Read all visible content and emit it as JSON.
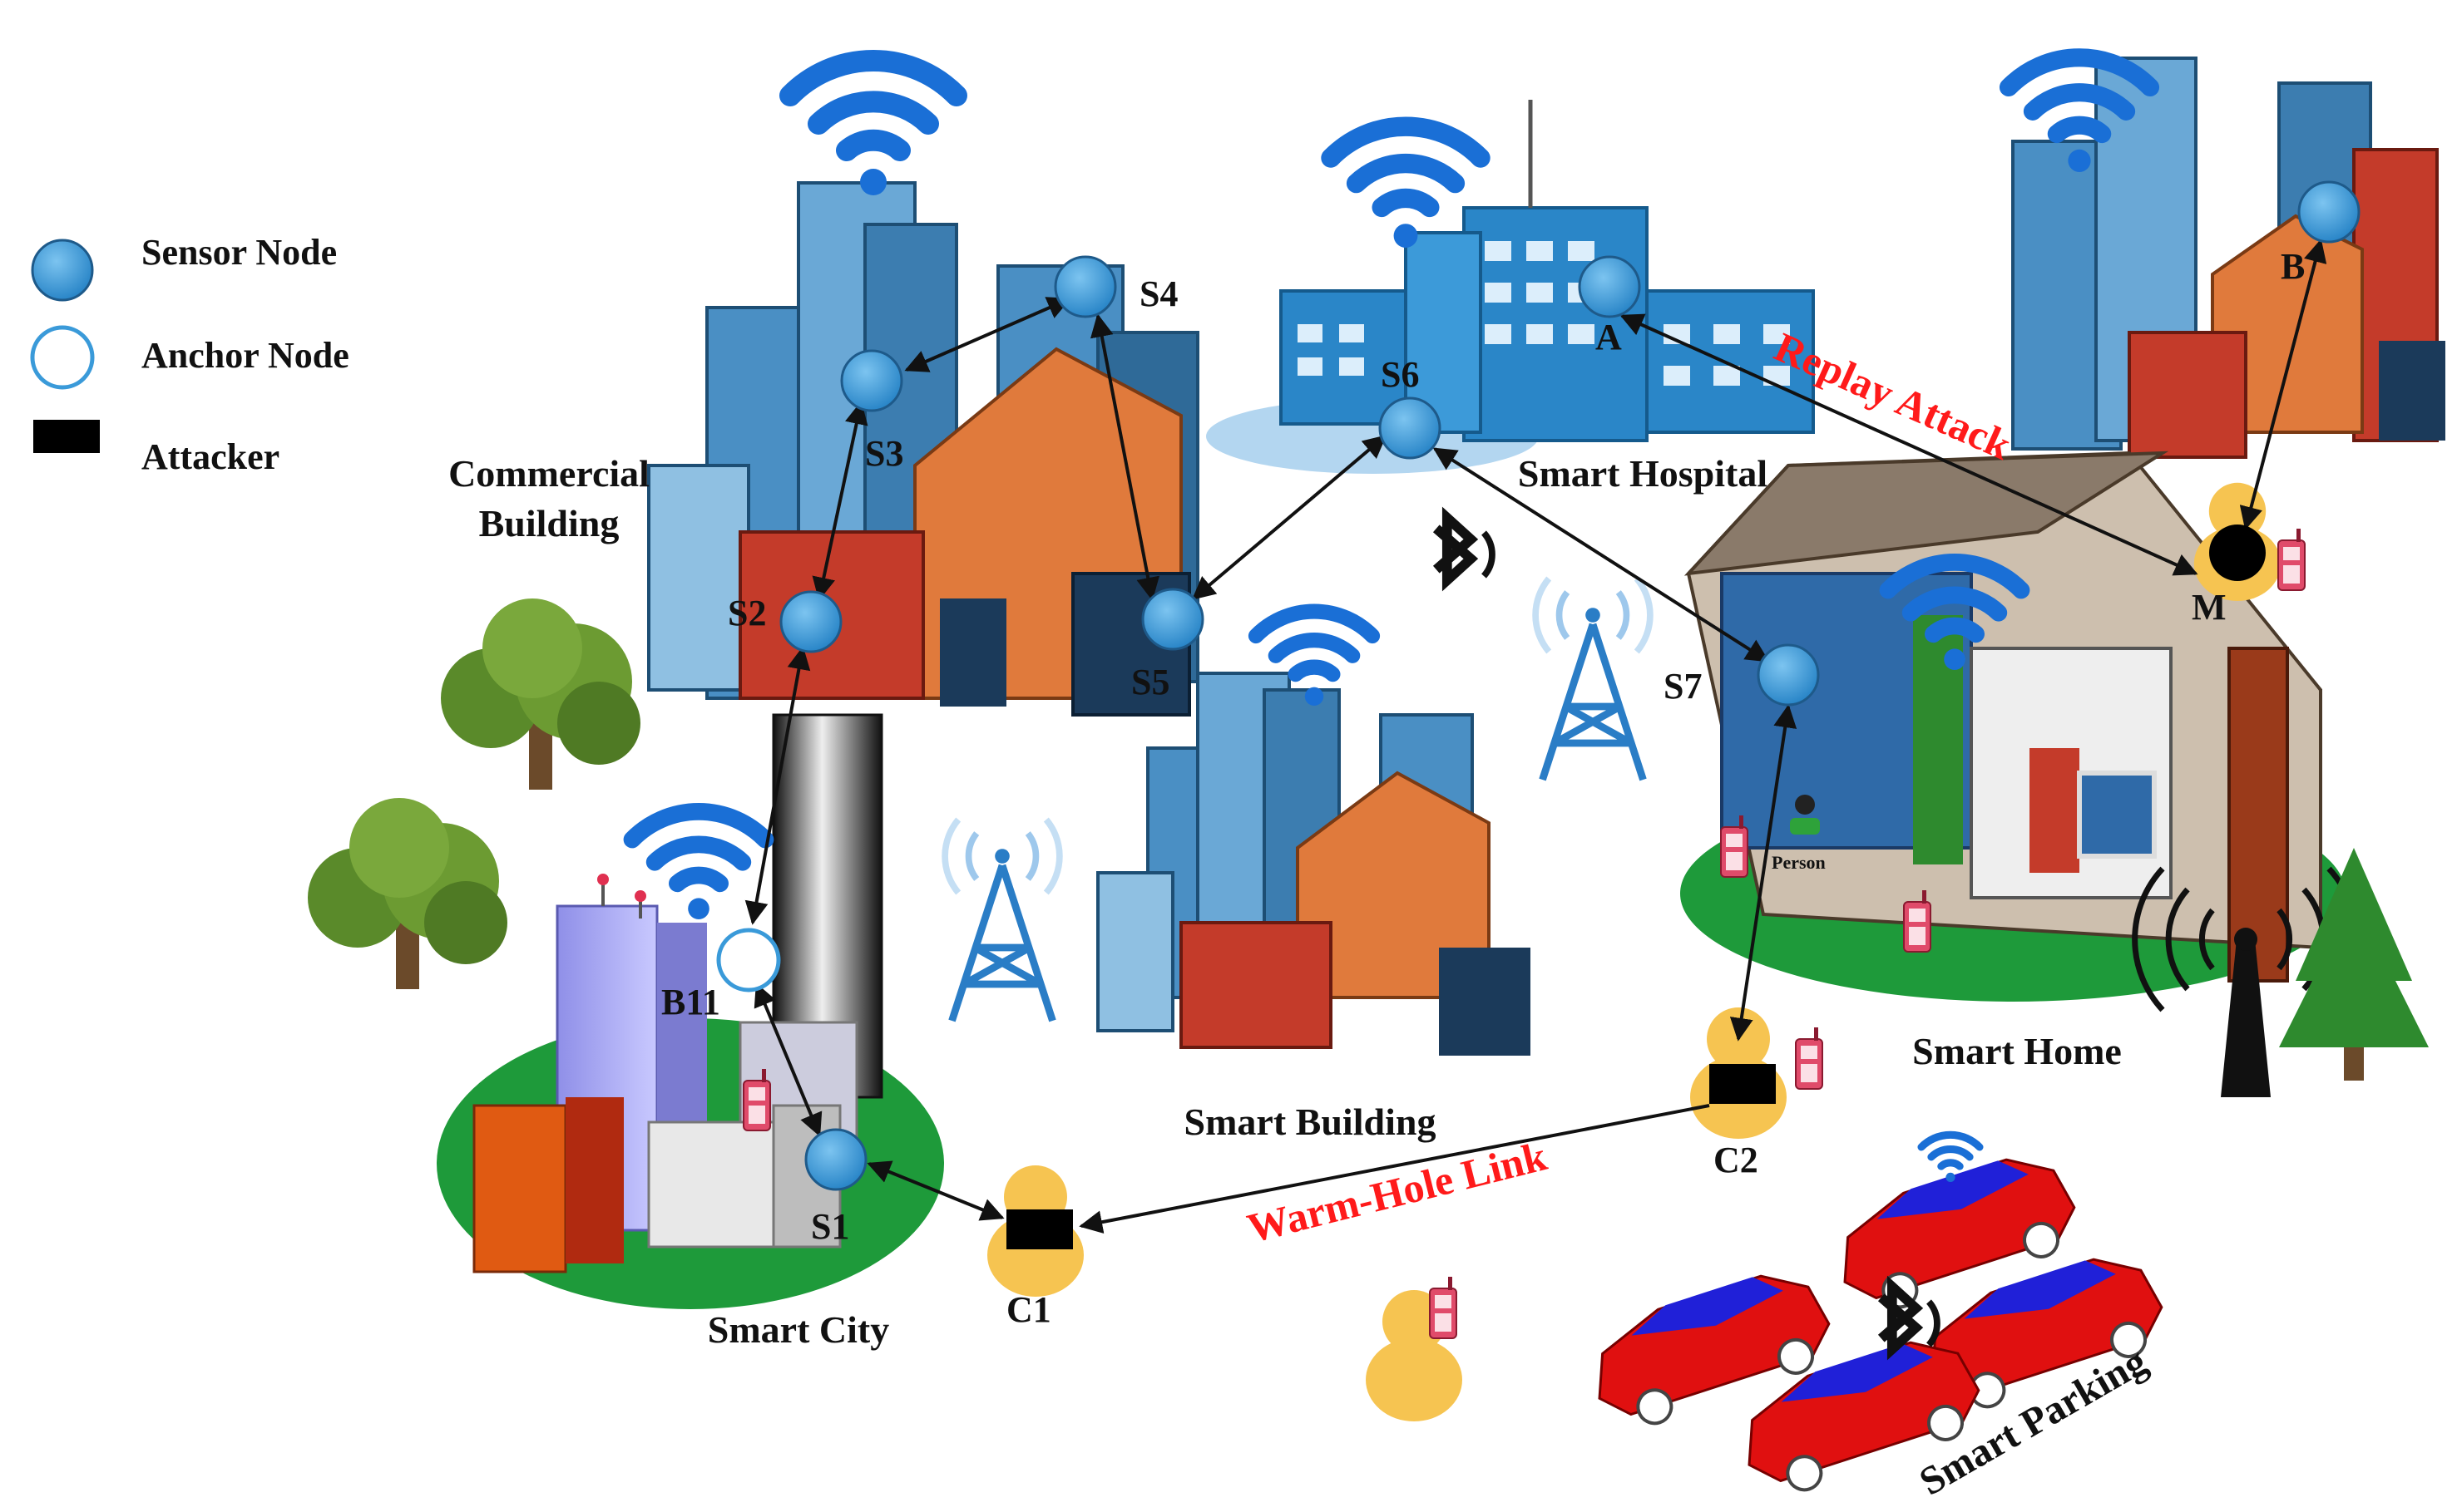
{
  "legend": {
    "sensor_node": "Sensor Node",
    "anchor_node": "Anchor Node",
    "attacker": "Attacker"
  },
  "areas": {
    "commercial_building_line1": "Commercial",
    "commercial_building_line2": "Building",
    "smart_hospital": "Smart Hospital",
    "smart_building": "Smart Building",
    "smart_city": "Smart City",
    "smart_home": "Smart Home",
    "smart_parking": "Smart Parking"
  },
  "nodes": {
    "s1": "S1",
    "s2": "S2",
    "s3": "S3",
    "s4": "S4",
    "s5": "S5",
    "s6": "S6",
    "s7": "S7",
    "a": "A",
    "b": "B",
    "b11": "B11",
    "m": "M",
    "c1": "C1",
    "c2": "C2"
  },
  "attacks": {
    "replay": "Replay Attack",
    "warm_hole": "Warm-Hole Link"
  },
  "person_label": "Person",
  "colors": {
    "sensor_node": "#3a9ad9",
    "attack_text": "#ff1a1a",
    "wifi": "#1a6fd6",
    "building_blue": "#4a8fc4",
    "building_orange": "#e07a3c",
    "building_brick": "#c43b2a",
    "car_red": "#e01010",
    "grass": "#1e9a3a"
  }
}
